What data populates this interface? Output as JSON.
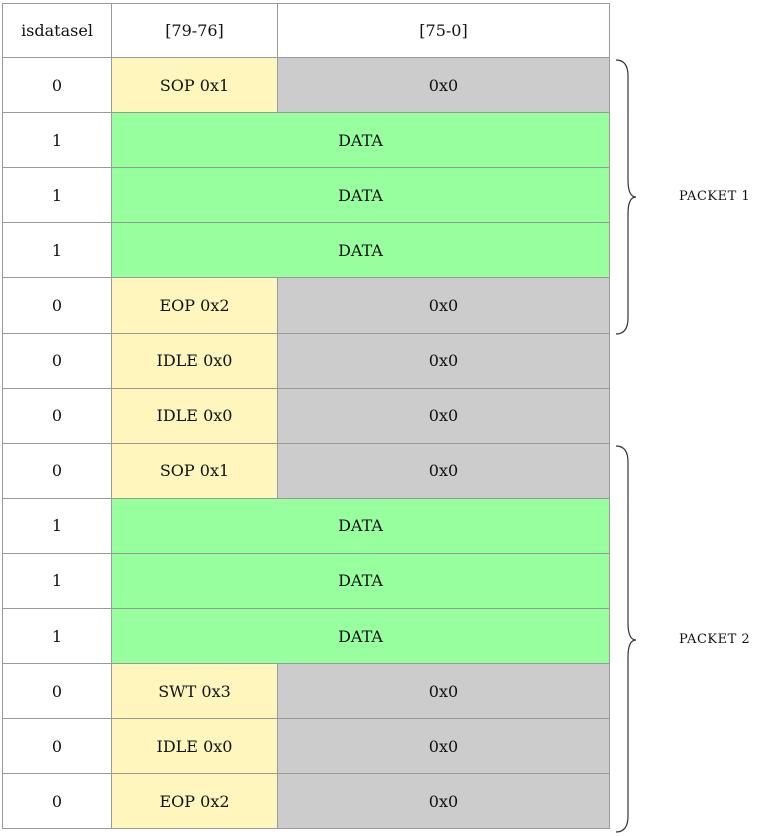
{
  "headers": [
    "isdatasel",
    "[79-76]",
    "[75-0]"
  ],
  "rows": [
    {
      "sel": "0",
      "kind": "ctrl",
      "code": "SOP 0x1",
      "value": "0x0"
    },
    {
      "sel": "1",
      "kind": "data",
      "text": "DATA"
    },
    {
      "sel": "1",
      "kind": "data",
      "text": "DATA"
    },
    {
      "sel": "1",
      "kind": "data",
      "text": "DATA"
    },
    {
      "sel": "0",
      "kind": "ctrl",
      "code": "EOP 0x2",
      "value": "0x0"
    },
    {
      "sel": "0",
      "kind": "ctrl",
      "code": "IDLE 0x0",
      "value": "0x0"
    },
    {
      "sel": "0",
      "kind": "ctrl",
      "code": "IDLE 0x0",
      "value": "0x0"
    },
    {
      "sel": "0",
      "kind": "ctrl",
      "code": "SOP 0x1",
      "value": "0x0"
    },
    {
      "sel": "1",
      "kind": "data",
      "text": "DATA"
    },
    {
      "sel": "1",
      "kind": "data",
      "text": "DATA"
    },
    {
      "sel": "1",
      "kind": "data",
      "text": "DATA"
    },
    {
      "sel": "0",
      "kind": "ctrl",
      "code": "SWT 0x3",
      "value": "0x0"
    },
    {
      "sel": "0",
      "kind": "ctrl",
      "code": "IDLE 0x0",
      "value": "0x0"
    },
    {
      "sel": "0",
      "kind": "ctrl",
      "code": "EOP 0x2",
      "value": "0x0"
    }
  ],
  "packets": [
    {
      "label": "PACKET 1",
      "first_row": 0,
      "last_row": 4
    },
    {
      "label": "PACKET 2",
      "first_row": 7,
      "last_row": 13
    }
  ],
  "colors": {
    "control": "#fff6bd",
    "zero": "#cccccc",
    "data": "#98ff9e",
    "border": "#9a9a9a"
  }
}
